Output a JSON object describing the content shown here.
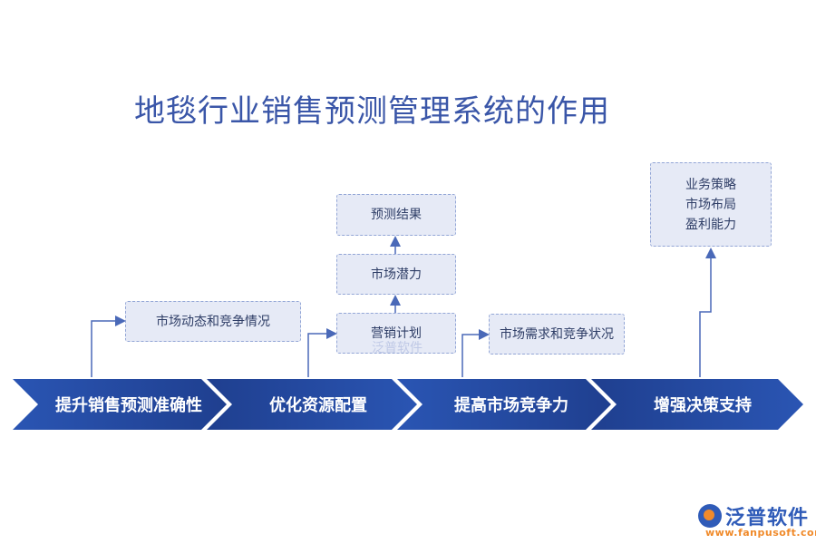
{
  "title": "地毯行业销售预测管理系统的作用",
  "stages": [
    {
      "label": "提升销售预测准确性"
    },
    {
      "label": "优化资源配置"
    },
    {
      "label": "提高市场竞争力"
    },
    {
      "label": "增强决策支持"
    }
  ],
  "boxes": {
    "market_dynamics": "市场动态和竞争情况",
    "marketing_plan": "营销计划",
    "market_potential": "市场潜力",
    "forecast_result": "预测结果",
    "market_demand": "市场需求和竞争状况",
    "decision_lines": [
      "业务策略",
      "市场布局",
      "盈利能力"
    ]
  },
  "watermark": "泛普软件",
  "logo": {
    "name": "泛普软件",
    "url": "www.fanpusoft.com"
  },
  "colors": {
    "title": "#3a56a8",
    "arrow_dark": "#1f3f8f",
    "arrow_mid": "#2a55b3",
    "box_fill": "#e6eaf6",
    "connector": "#4a69b8"
  }
}
